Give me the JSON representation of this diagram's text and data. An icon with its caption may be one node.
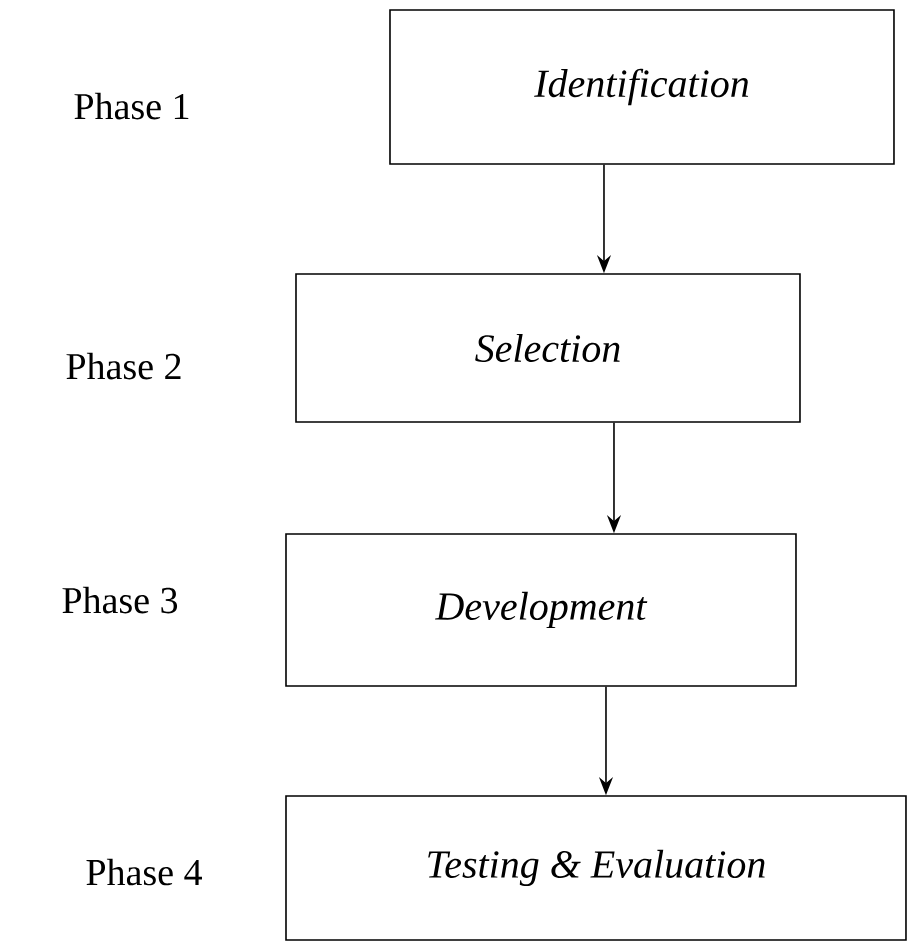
{
  "diagram": {
    "nodes": [
      {
        "text": [
          "Identification"
        ]
      },
      {
        "text": [
          "Selection"
        ]
      },
      {
        "text": [
          "Development"
        ]
      },
      {
        "text": [
          "Testing & Evaluation"
        ]
      }
    ],
    "edges": [
      {
        "from": 0,
        "to": 1,
        "arrow": "to"
      },
      {
        "from": 1,
        "to": 2,
        "arrow": "to"
      },
      {
        "from": 2,
        "to": 3,
        "arrow": "to"
      }
    ],
    "labels": [
      "Phase 1",
      "Phase 2",
      "Phase 3",
      "Phase 4"
    ]
  }
}
